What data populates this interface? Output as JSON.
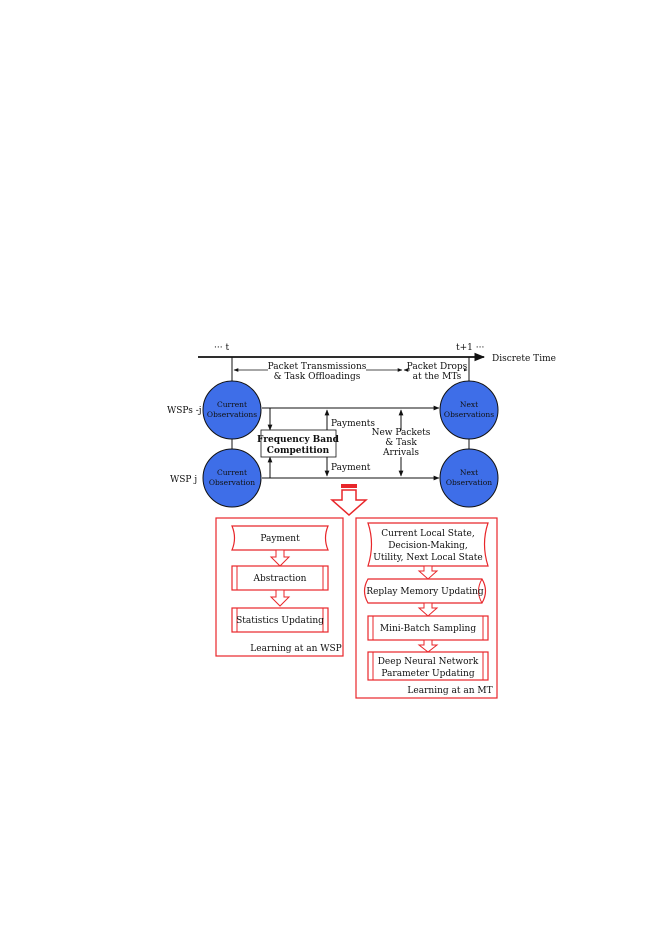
{
  "timeline": {
    "left_tick": "··· t",
    "right_tick": "t+1 ···",
    "axis_label": "Discrete Time"
  },
  "phases": {
    "transmissions_line1": "Packet Transmissions",
    "transmissions_line2": "& Task Offloadings",
    "drops_line1": "Packet Drops",
    "drops_line2": "at the MTs"
  },
  "rows": {
    "others_label": "WSPs -j",
    "self_label": "WSP j"
  },
  "nodes": {
    "current_others_1": "Current",
    "current_others_2": "Observations",
    "current_self_1": "Current",
    "current_self_2": "Observation",
    "next_others_1": "Next",
    "next_others_2": "Observations",
    "next_self_1": "Next",
    "next_self_2": "Observation"
  },
  "competition": {
    "line1": "Frequency Band",
    "line2": "Competition"
  },
  "arrows": {
    "payments": "Payments",
    "payment": "Payment",
    "arrivals_1": "New Packets",
    "arrivals_2": "& Task",
    "arrivals_3": "Arrivals"
  },
  "wsp_learning": {
    "title": "Learning at an WSP",
    "steps": [
      "Payment",
      "Abstraction",
      "Statistics Updating"
    ]
  },
  "mt_learning": {
    "title": "Learning at an MT",
    "state_1": "Current Local State,",
    "state_2": "Decision-Making,",
    "state_3": "Utility, Next Local State",
    "replay": "Replay Memory Updating",
    "batch": "Mini-Batch Sampling",
    "dnn_1": "Deep Neural Network",
    "dnn_2": "Parameter Updating"
  },
  "colors": {
    "node_fill": "#3e6ee8",
    "flow_red": "#e8262a",
    "line": "#111111"
  }
}
